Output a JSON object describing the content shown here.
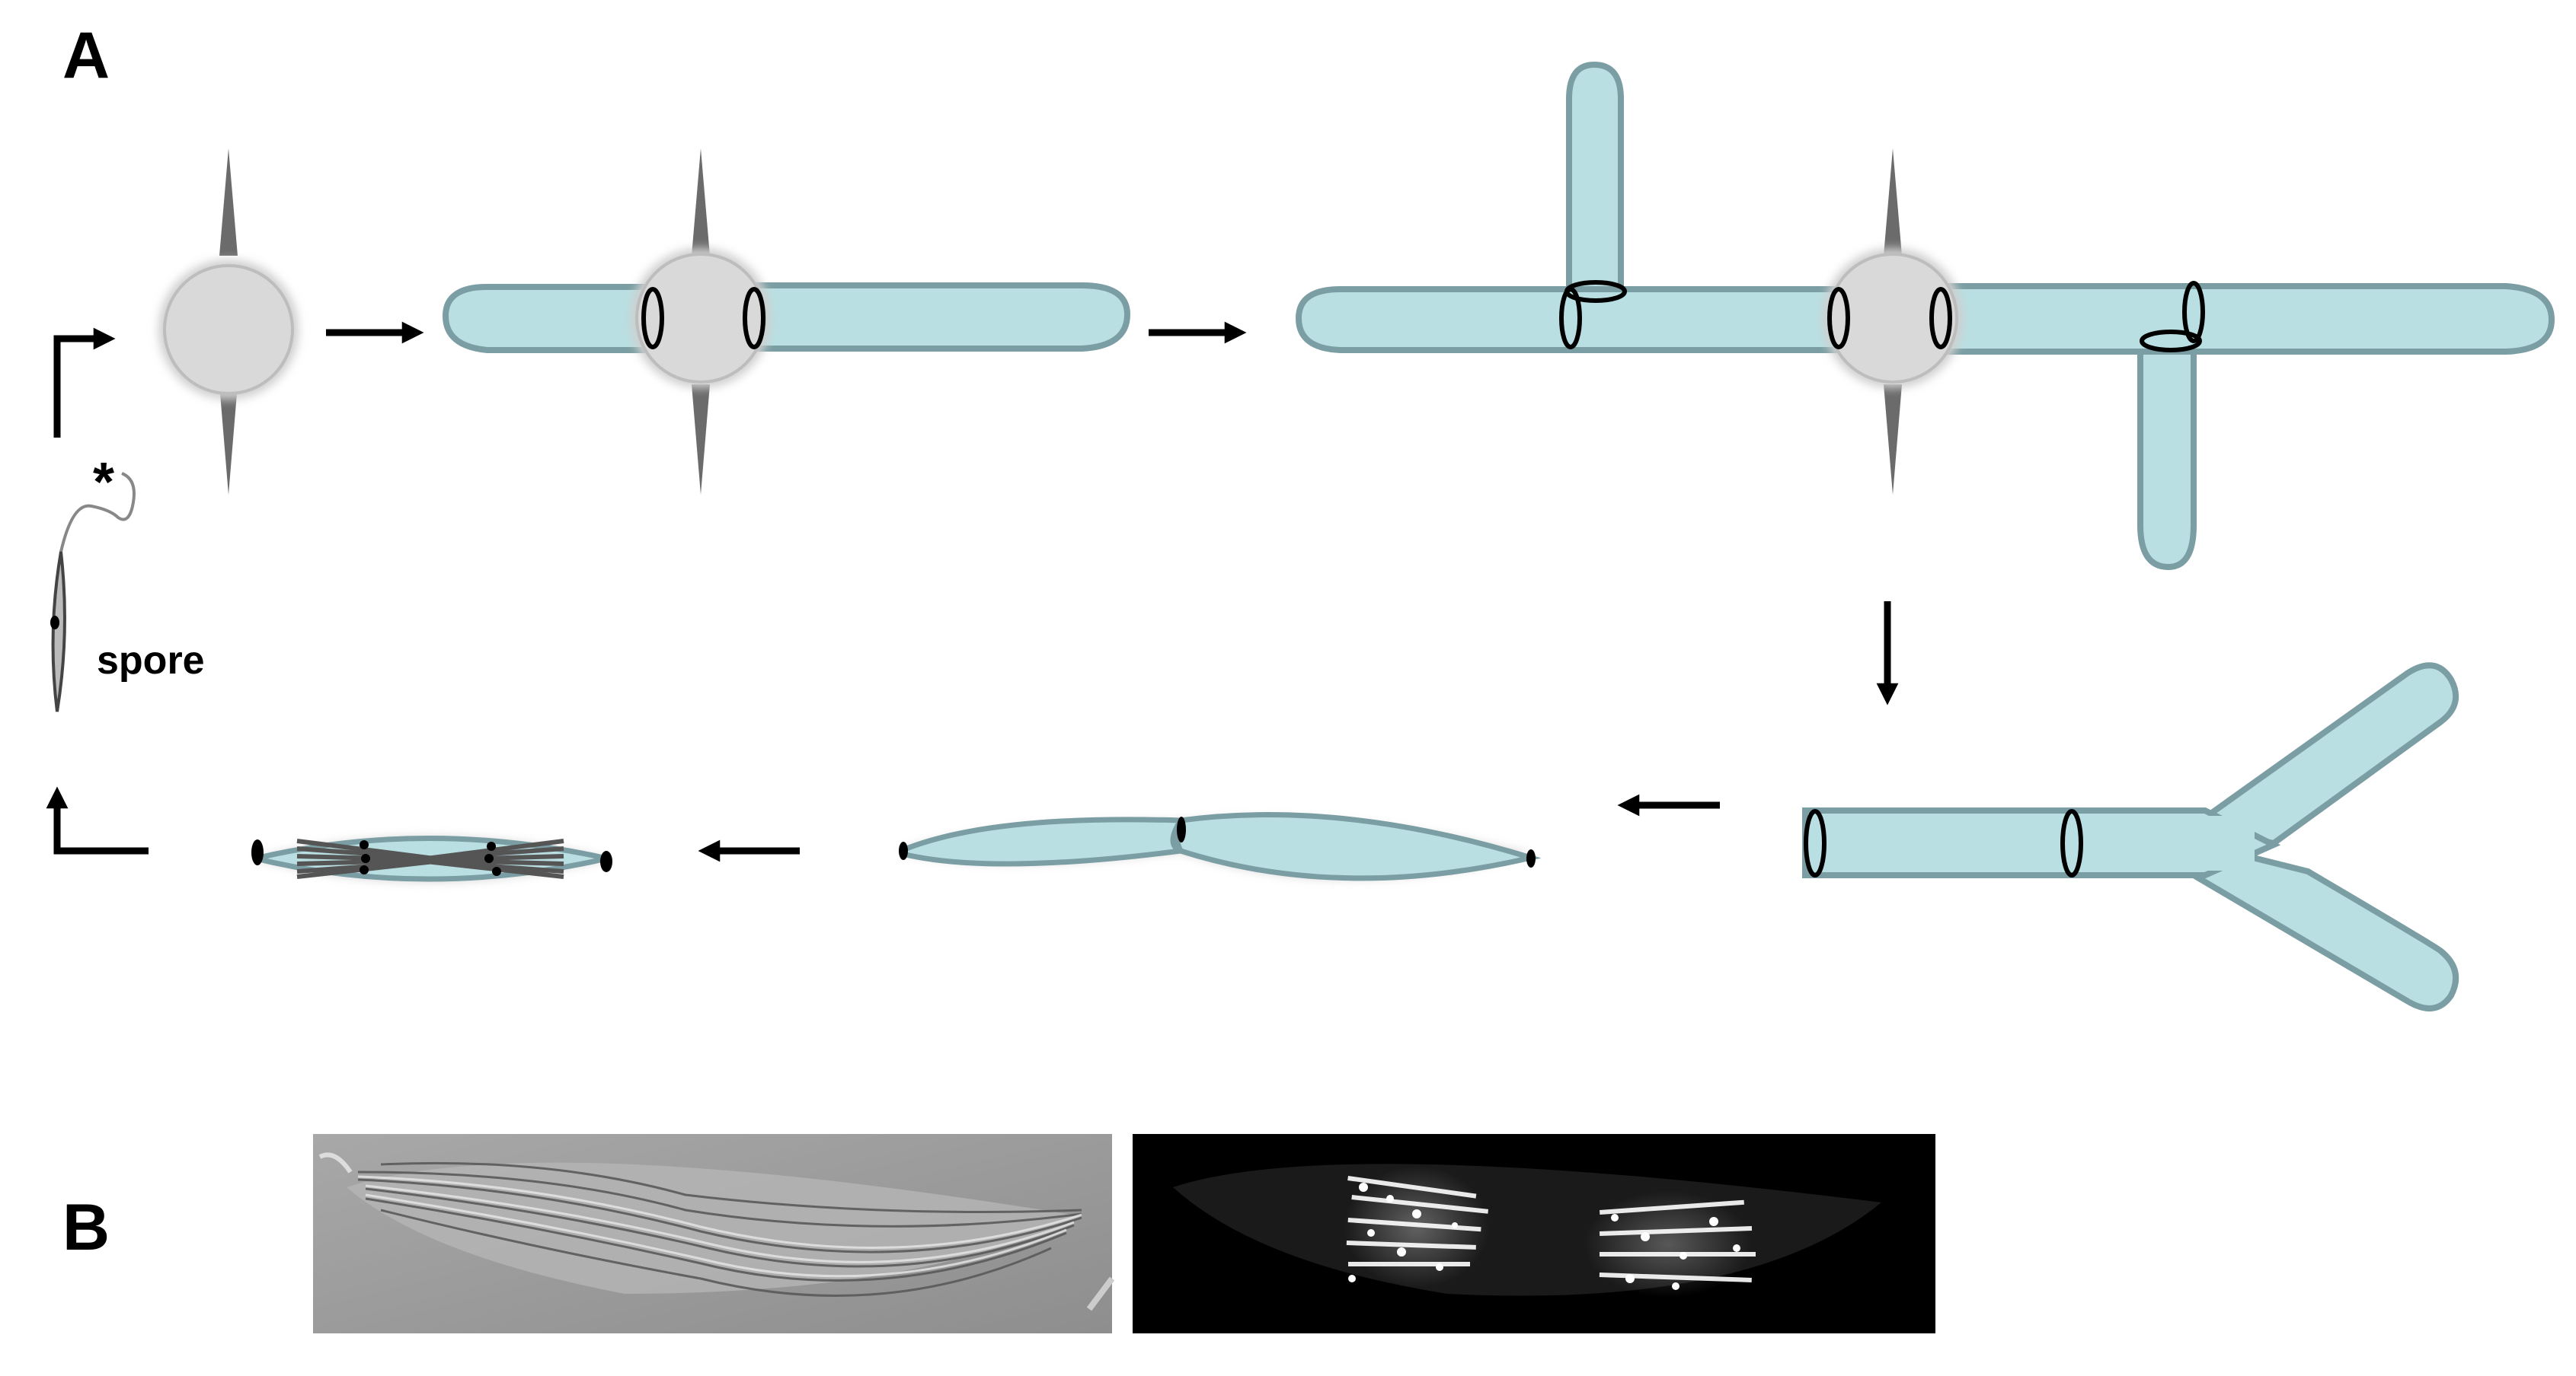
{
  "panels": {
    "a_label": "A",
    "b_label": "B"
  },
  "labels": {
    "spore": "spore",
    "asterisk": "*"
  },
  "colors": {
    "hypha_fill": "#b9dfe2",
    "hypha_stroke": "#7a9ea3",
    "spore_fill": "#d9d9d9",
    "spine": "#6b6b6b",
    "ring": "#000000",
    "arrow": "#000000",
    "micrograph_dic_bg": "#9b9b9b",
    "micrograph_fluor_bg": "#000000"
  }
}
